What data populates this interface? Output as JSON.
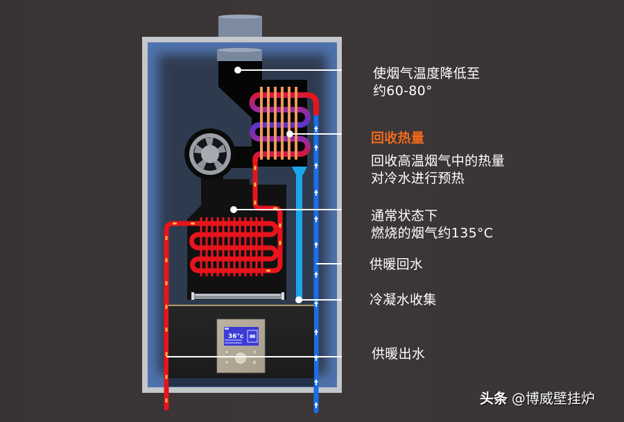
{
  "annotations": {
    "flue_temp": {
      "line1": "使烟气温度降低至",
      "line2": "约60-80°"
    },
    "heat_recovery": {
      "title": "回收热量",
      "line1": "回收高温烟气中的热量",
      "line2": "对冷水进行预热"
    },
    "combustion": {
      "line1": "通常状态下",
      "line2": "燃烧的烟气约135°C"
    },
    "heating_return": "供暖回水",
    "condensate": "冷凝水收集",
    "heating_supply": "供暖出水"
  },
  "control_panel": {
    "display_temp": "36°c"
  },
  "watermark": {
    "brand": "头条",
    "handle": "@博威壁挂炉"
  },
  "colors": {
    "background": "#3a3435",
    "accent": "#f06a1e",
    "hot_water": "#e8141c",
    "cold_water": "#1a6ee6",
    "condensate": "#19a7ea",
    "frame": "#c4c7cb",
    "text": "#ffffff"
  }
}
